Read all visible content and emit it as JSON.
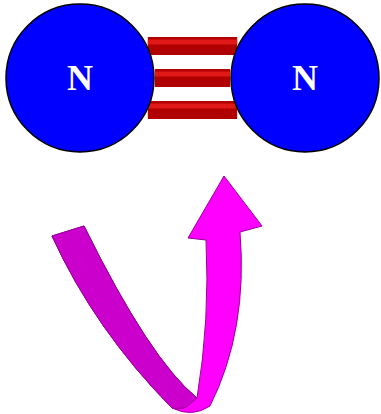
{
  "diagram": {
    "nodes": [
      {
        "text": [
          "N"
        ]
      },
      {
        "text": [
          "N"
        ]
      }
    ],
    "edges": [
      {
        "from": 0,
        "to": 1,
        "arrow": "none"
      },
      {
        "from": 0,
        "to": 1,
        "arrow": "none"
      },
      {
        "from": 0,
        "to": 1,
        "arrow": "none"
      }
    ]
  }
}
